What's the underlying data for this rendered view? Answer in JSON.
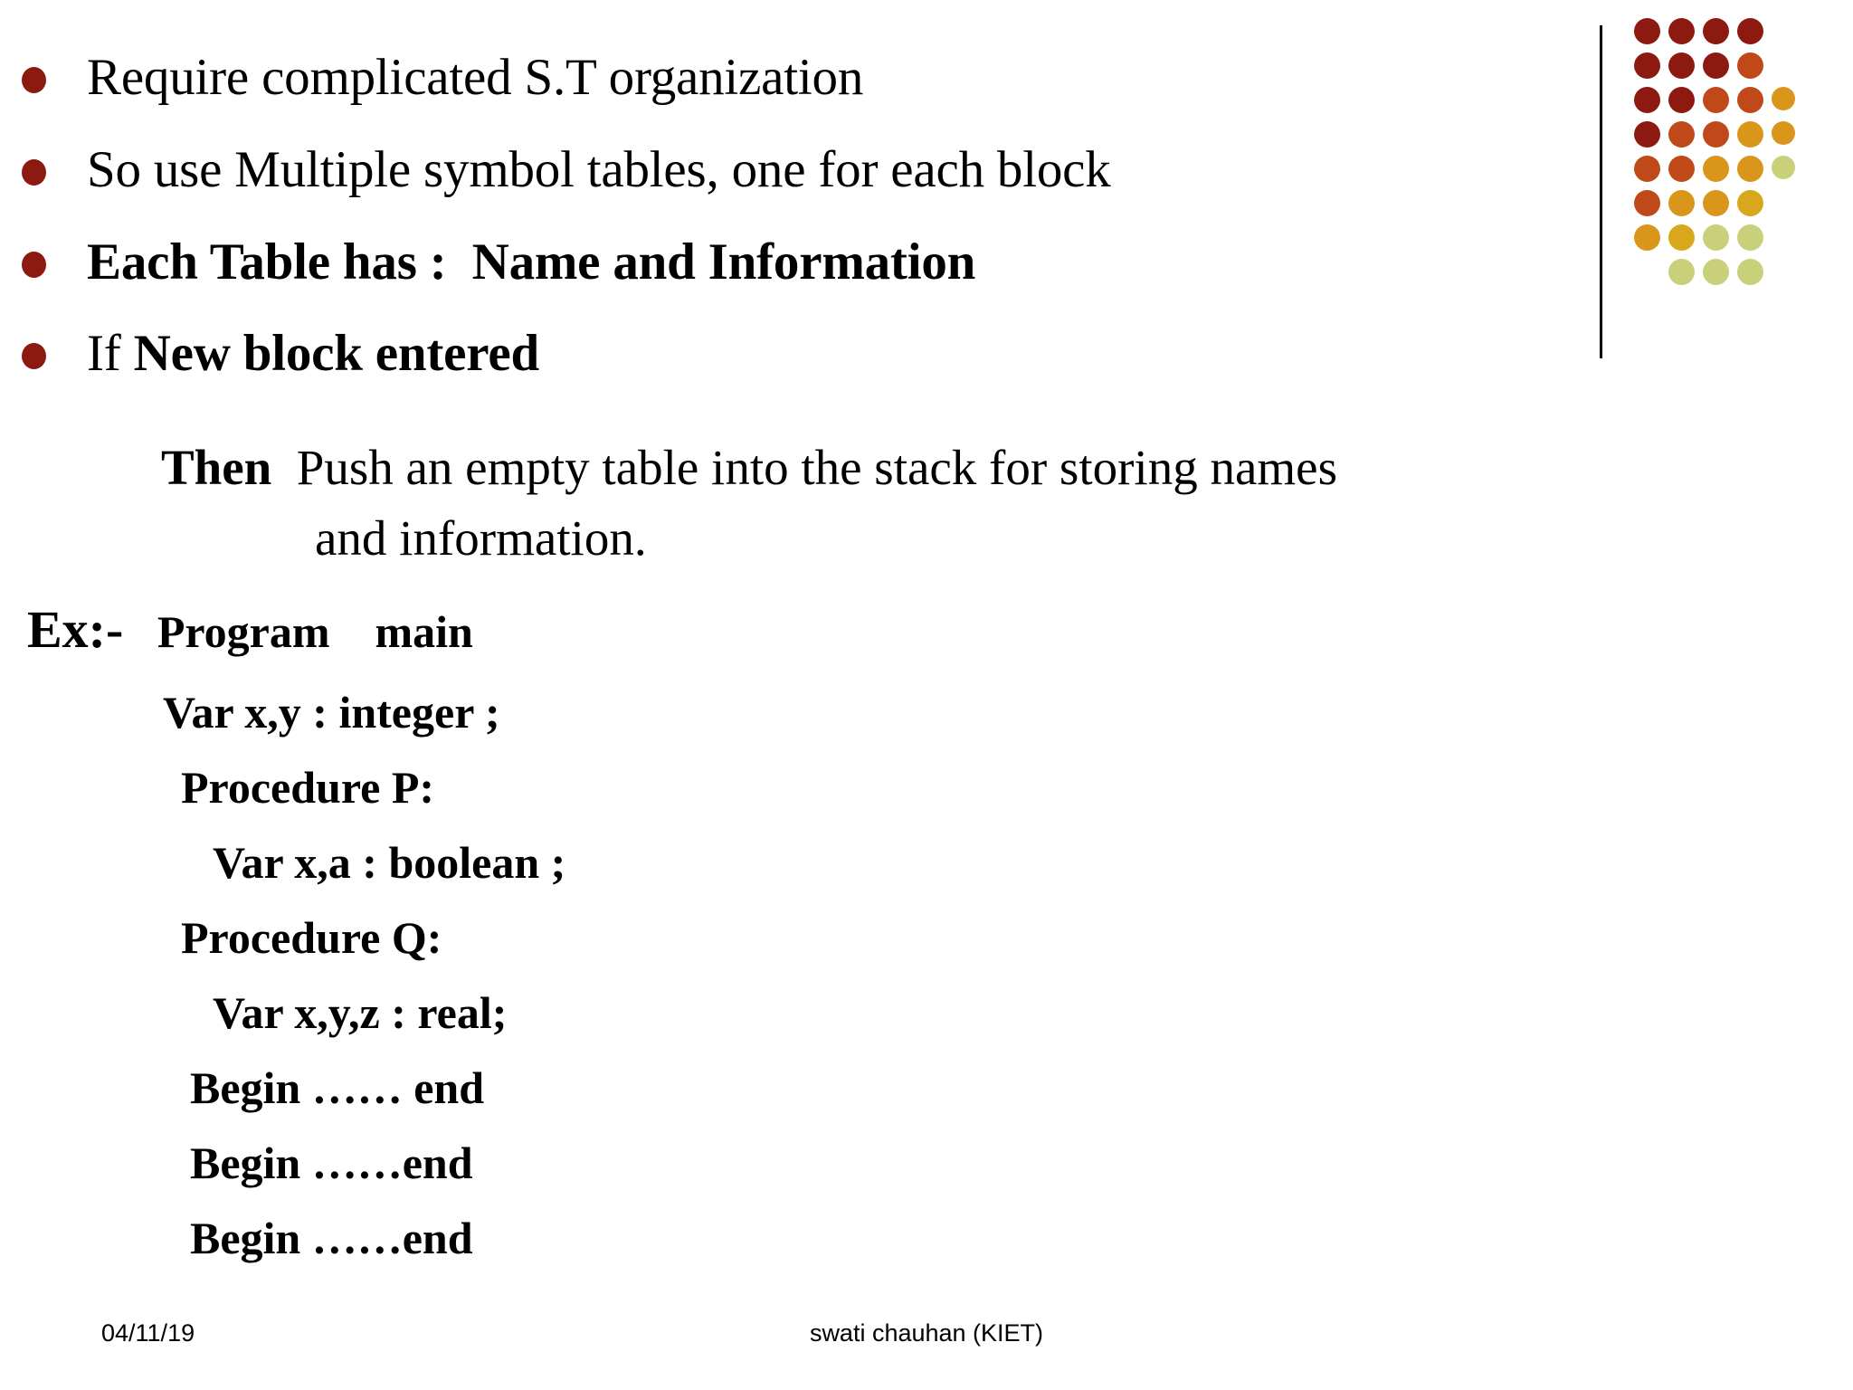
{
  "slide": {
    "background_color": "#ffffff",
    "text_color": "#000000",
    "bullet_color": "#8C1A11"
  },
  "bullets": [
    {
      "icon": "bullet-dot",
      "segments": [
        {
          "text": "Require complicated S.T organization",
          "bold": false
        }
      ]
    },
    {
      "icon": "bullet-dot",
      "segments": [
        {
          "text": "So use Multiple symbol tables, one for each block",
          "bold": false
        }
      ]
    },
    {
      "icon": "bullet-dot",
      "segments": [
        {
          "text": "Each Table has :  Name and Information",
          "bold": true
        }
      ]
    },
    {
      "icon": "bullet-dot",
      "segments": [
        {
          "text": "If ",
          "bold": false
        },
        {
          "text": "New block entered",
          "bold": true
        }
      ]
    }
  ],
  "then_block": {
    "line1_bold": "Then",
    "line1_rest": "  Push an empty table into the stack for storing names",
    "line2": "and information."
  },
  "example": {
    "label": "Ex:-",
    "heading": "   Program    main",
    "code_lines": [
      {
        "indent": 180,
        "text": "Var x,y : integer ;"
      },
      {
        "indent": 200,
        "text": "Procedure P:"
      },
      {
        "indent": 235,
        "text": "Var x,a : boolean ;"
      },
      {
        "indent": 200,
        "text": "Procedure Q:"
      },
      {
        "indent": 235,
        "text": "Var x,y,z : real;"
      },
      {
        "indent": 210,
        "text": "Begin …… end"
      },
      {
        "indent": 210,
        "text": "Begin ……end"
      },
      {
        "indent": 210,
        "text": "Begin ……end"
      }
    ]
  },
  "footer": {
    "date": "04/11/19",
    "author": "swati chauhan (KIET)"
  },
  "logo": {
    "name": "decorative-dot-grid",
    "rule_color": "#000000",
    "dots": [
      {
        "col": 0,
        "row": 0,
        "color": "#8C1A11",
        "size": 29
      },
      {
        "col": 1,
        "row": 0,
        "color": "#8C1A11",
        "size": 29
      },
      {
        "col": 2,
        "row": 0,
        "color": "#8C1A11",
        "size": 29
      },
      {
        "col": 3,
        "row": 0,
        "color": "#8C1A11",
        "size": 29
      },
      {
        "col": 0,
        "row": 1,
        "color": "#8C1A11",
        "size": 29
      },
      {
        "col": 1,
        "row": 1,
        "color": "#8C1A11",
        "size": 29
      },
      {
        "col": 2,
        "row": 1,
        "color": "#8C1A11",
        "size": 29
      },
      {
        "col": 3,
        "row": 1,
        "color": "#C0491A",
        "size": 29
      },
      {
        "col": 0,
        "row": 2,
        "color": "#8C1A11",
        "size": 29
      },
      {
        "col": 1,
        "row": 2,
        "color": "#8C1A11",
        "size": 29
      },
      {
        "col": 2,
        "row": 2,
        "color": "#C0491A",
        "size": 29
      },
      {
        "col": 3,
        "row": 2,
        "color": "#C0491A",
        "size": 29
      },
      {
        "col": 4,
        "row": 2,
        "color": "#D9961B",
        "size": 26
      },
      {
        "col": 0,
        "row": 3,
        "color": "#8C1A11",
        "size": 29
      },
      {
        "col": 1,
        "row": 3,
        "color": "#C0491A",
        "size": 29
      },
      {
        "col": 2,
        "row": 3,
        "color": "#C0491A",
        "size": 29
      },
      {
        "col": 3,
        "row": 3,
        "color": "#D9961B",
        "size": 29
      },
      {
        "col": 4,
        "row": 3,
        "color": "#D9961B",
        "size": 26
      },
      {
        "col": 0,
        "row": 4,
        "color": "#C0491A",
        "size": 29
      },
      {
        "col": 1,
        "row": 4,
        "color": "#C0491A",
        "size": 29
      },
      {
        "col": 2,
        "row": 4,
        "color": "#D9961B",
        "size": 29
      },
      {
        "col": 3,
        "row": 4,
        "color": "#D9961B",
        "size": 29
      },
      {
        "col": 4,
        "row": 4,
        "color": "#C9D07A",
        "size": 26
      },
      {
        "col": 0,
        "row": 5,
        "color": "#C0491A",
        "size": 29
      },
      {
        "col": 1,
        "row": 5,
        "color": "#D9961B",
        "size": 29
      },
      {
        "col": 2,
        "row": 5,
        "color": "#D9961B",
        "size": 29
      },
      {
        "col": 3,
        "row": 5,
        "color": "#D9A71B",
        "size": 29
      },
      {
        "col": 0,
        "row": 6,
        "color": "#D9961B",
        "size": 29
      },
      {
        "col": 1,
        "row": 6,
        "color": "#D9A71B",
        "size": 29
      },
      {
        "col": 2,
        "row": 6,
        "color": "#C9D07A",
        "size": 29
      },
      {
        "col": 3,
        "row": 6,
        "color": "#C9D07A",
        "size": 29
      },
      {
        "col": 1,
        "row": 7,
        "color": "#C9D07A",
        "size": 29
      },
      {
        "col": 2,
        "row": 7,
        "color": "#C9D07A",
        "size": 29
      },
      {
        "col": 3,
        "row": 7,
        "color": "#C9D07A",
        "size": 29
      }
    ]
  }
}
